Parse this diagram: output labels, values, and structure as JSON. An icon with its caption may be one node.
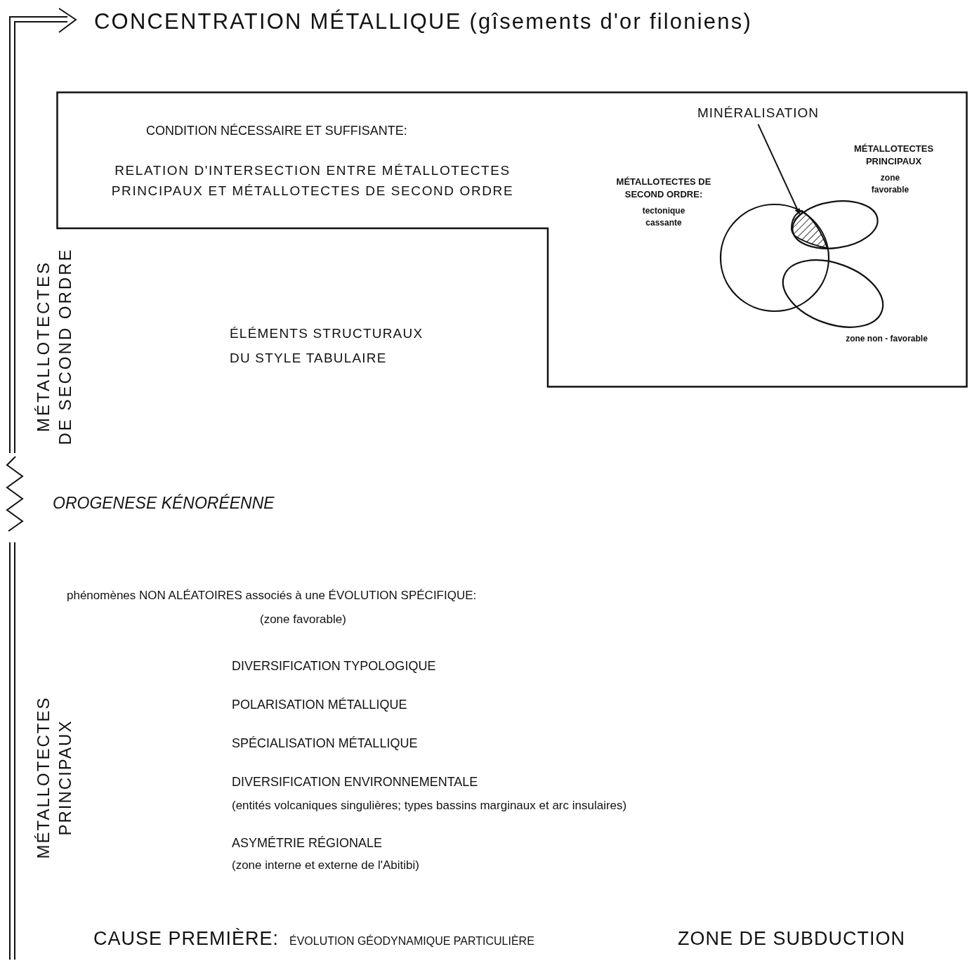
{
  "diagram": {
    "title": "CONCENTRATION MÉTALLIQUE (gîsements d'or filoniens)",
    "nodes": [
      {
        "text": [
          "CONDITION NÉCESSAIRE ET SUFFISANTE:",
          "RELATION D'INTERSECTION ENTRE MÉTALLOTECTES PRINCIPAUX ET MÉTALLOTECTES DE SECOND ORDRE"
        ]
      },
      {
        "text": [
          "MINÉRALISATION"
        ],
        "in": 0
      },
      {
        "text": [],
        "shape": "picture",
        "in": 0
      }
    ],
    "edges": [
      {
        "from": 1,
        "to": 2,
        "arrow": "to"
      }
    ],
    "labels": [
      "MÉTALLOTECTES PRINCIPAUX",
      "zone favorable",
      "MÉTALLOTECTES DE SECOND ORDRE:",
      "tectonique cassante",
      "zone non - favorable",
      "MÉTALLOTECTES DE SECOND ORDRE",
      "ÉLÉMENTS STRUCTURAUX DU STYLE TABULAIRE",
      "OROGENESE KÉNORÉENNE",
      "phénomènes NON ALÉATOIRES associés à une ÉVOLUTION SPÉCIFIQUE:",
      "(zone favorable)",
      "DIVERSIFICATION TYPOLOGIQUE",
      "POLARISATION MÉTALLIQUE",
      "SPÉCIALISATION MÉTALLIQUE",
      "DIVERSIFICATION ENVIRONNEMENTALE",
      "(entités volcaniques singulières; types bassins marginaux et arc insulaires)",
      "ASYMÉTRIE RÉGIONALE",
      "(zone interne et externe de l'Abitibi)",
      "MÉTALLOTECTES PRINCIPAUX",
      "CAUSE PREMIÈRE:",
      "ÉVOLUTION GÉODYNAMIQUE PARTICULIÈRE",
      "ZONE DE SUBDUCTION"
    ]
  }
}
